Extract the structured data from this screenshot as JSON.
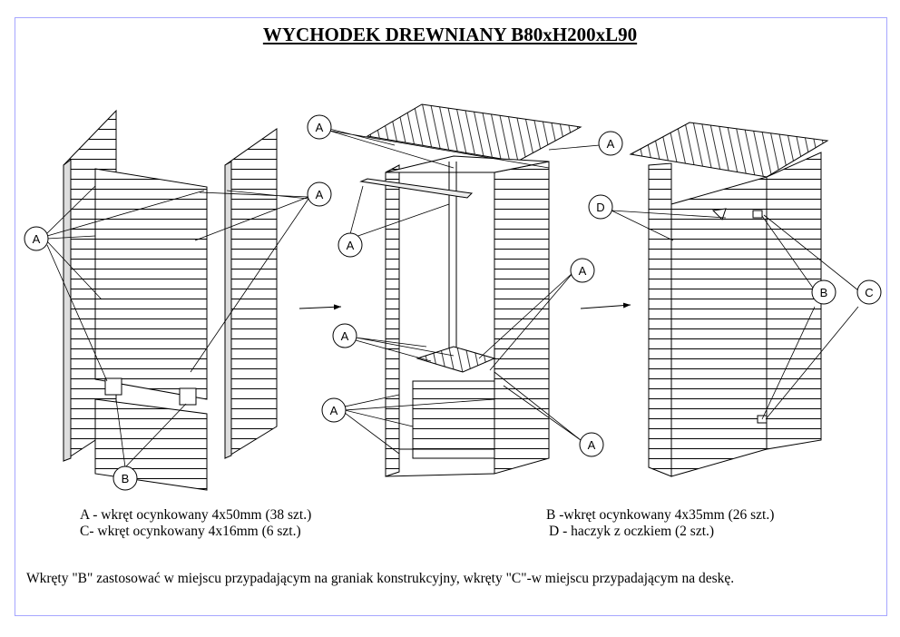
{
  "title": "WYCHODEK DREWNIANY B80xH200xL90",
  "legend": {
    "a": "A - wkręt ocynkowany 4x50mm (38 szt.)",
    "c": "C- wkręt ocynkowany 4x16mm (6 szt.)",
    "b": "B -wkręt ocynkowany 4x35mm (26 szt.)",
    "d": "D - haczyk z oczkiem (2 szt.)"
  },
  "note": "Wkręty \"B\" zastosować w miejscu przypadającym na graniak konstrukcyjny, wkręty \"C\"-w miejscu przypadającym na deskę.",
  "callouts": {
    "a": "A",
    "b": "B",
    "c": "C",
    "d": "D"
  },
  "colors": {
    "frame": "#a6a6ff",
    "line": "#000000"
  }
}
